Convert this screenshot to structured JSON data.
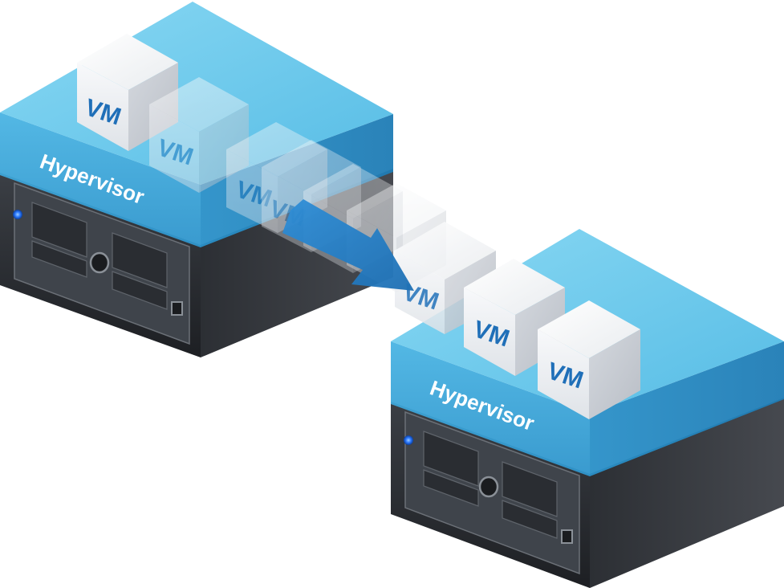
{
  "hypervisor_label": "Hypervisor",
  "vm_label": "VM",
  "source_host": {
    "name": "Hypervisor",
    "vm": "VM"
  },
  "destination_host": {
    "name": "Hypervisor",
    "vms": [
      "VM",
      "VM",
      "VM"
    ]
  },
  "migration": {
    "ghost_vms": [
      "VM",
      "VM",
      "VM"
    ]
  },
  "colors": {
    "hypervisor_top": "#5fc7ea",
    "hypervisor_front": "#3aa3d6",
    "hypervisor_right": "#2386c0",
    "server_body": "#2b2e33",
    "server_face": "#4a4f56",
    "led": "#2f7bff",
    "vm_label": "#1f6fb8",
    "arrow": "#2d87d1"
  }
}
